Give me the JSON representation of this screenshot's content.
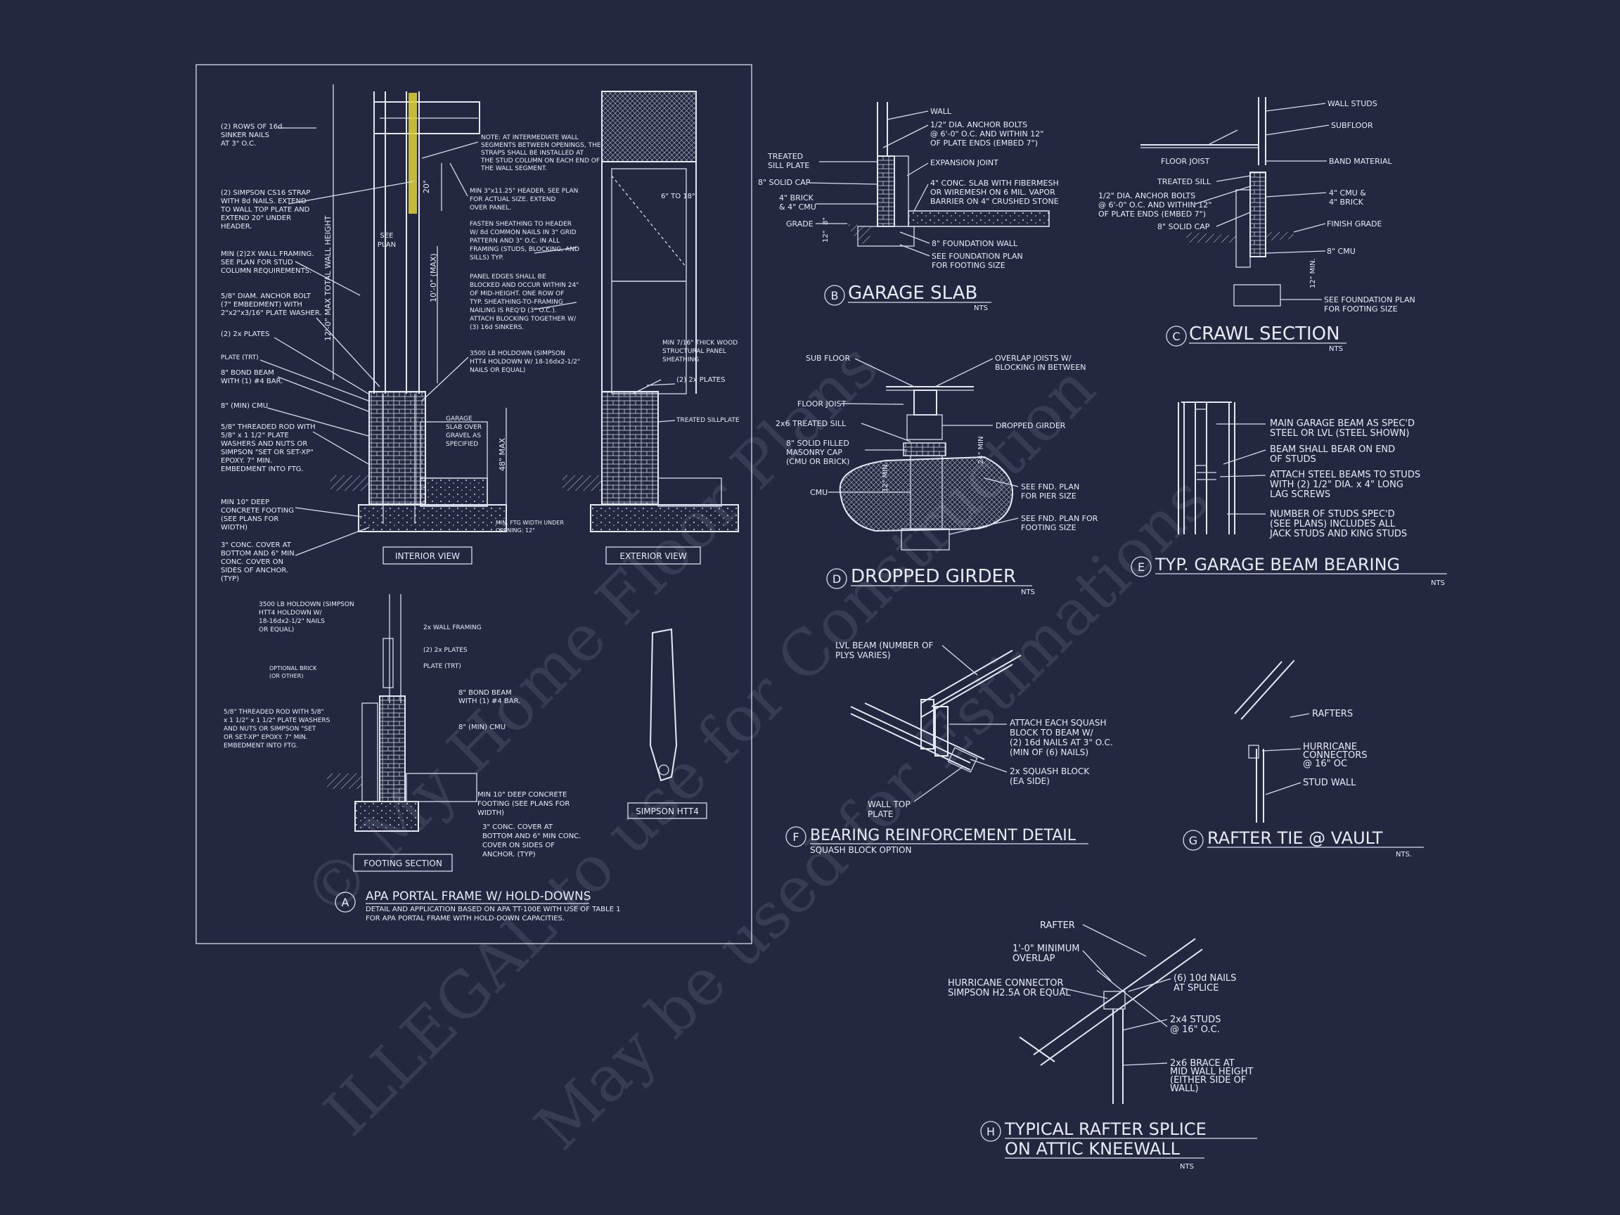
{
  "watermark": {
    "line1": "© My Home Floor Plans",
    "line2": "ILLEGAL to use for Construction",
    "line3": "May be used for Estimations"
  },
  "colors": {
    "background": "#232840",
    "linework": "#e6e9f3",
    "highlight": "#e2d23a"
  },
  "detail_a": {
    "letter": "A",
    "title": "APA PORTAL FRAME W/ HOLD-DOWNS",
    "subtitle1": "DETAIL AND APPLICATION BASED ON APA TT-100E WITH USE OF TABLE 1",
    "subtitle2": "FOR APA PORTAL FRAME WITH HOLD-DOWN CAPACITIES.",
    "view_labels": [
      "INTERIOR VIEW",
      "EXTERIOR VIEW",
      "FOOTING SECTION",
      "SIMPSON HTT4"
    ],
    "left_notes": [
      "(2) ROWS OF 16d|SINKER NAILS|AT 3\" O.C.",
      "(2) SIMPSON CS16 STRAP|WITH 8d NAILS. EXTEND|TO WALL TOP PLATE AND|EXTEND 20\" UNDER|HEADER.",
      "MIN (2)2X WALL FRAMING.|SEE PLAN FOR STUD|COLUMN REQUIREMENTS.",
      "5/8\" DIAM. ANCHOR BOLT|(7\" EMBEDMENT) WITH|2\"x2\"x3/16\" PLATE WASHER.",
      "(2) 2x PLATES",
      "PLATE (TRT)",
      "8\" BOND BEAM|WITH (1) #4 BAR.",
      "8\" (MIN) CMU",
      "5/8\" THREADED ROD WITH|5/8\" x 1 1/2\" PLATE|WASHERS AND NUTS OR|SIMPSON \"SET OR SET-XP\"|EPOXY. 7\" MIN.|EMBEDMENT INTO FTG.",
      "MIN 10\" DEEP|CONCRETE FOOTING|(SEE PLANS FOR|WIDTH)",
      "3\" CONC. COVER AT|BOTTOM AND 6\" MIN|CONC. COVER ON|SIDES OF ANCHOR.|(TYP)"
    ],
    "mid_notes": [
      "NOTE: AT INTERMEDIATE WALL|SEGMENTS BETWEEN OPENINGS, THE|STRAPS SHALL BE INSTALLED AT|THE STUD COLUMN ON EACH END OF|THE WALL SEGMENT.",
      "MIN 3\"x11.25\" HEADER. SEE PLAN|FOR ACTUAL SIZE. EXTEND|OVER PANEL.",
      "FASTEN SHEATHING TO HEADER|W/ 8d COMMON NAILS IN 3\" GRID|PATTERN AND 3\" O.C. IN ALL|FRAMING (STUDS, BLOCKING, AND|SILLS) TYP.",
      "PANEL EDGES SHALL BE|BLOCKED AND OCCUR WITHIN 24\"|OF MID-HEIGHT. ONE ROW OF|TYP. SHEATHING-TO-FRAMING|NAILING IS REQ'D (3\" O.C.).|ATTACH BLOCKING TOGETHER W/|(3) 16d SINKERS.",
      "3500 LB HOLDOWN (SIMPSON|HTT4 HOLDOWN W/ 18-16dx2-1/2\"|NAILS OR EQUAL)",
      "GARAGE|SLAB OVER|GRAVEL AS|SPECIFIED"
    ],
    "right_notes": [
      "MIN 7/16\" THICK WOOD|STRUCTURAL PANEL|SHEATHING",
      "(2) 2x PLATES",
      "TREATED SILLPLATE"
    ],
    "dims": [
      "20\"",
      "SEE|PLAN",
      "10'-0\" (MAX)",
      "12'-0\" MAX TOTAL WALL HEIGHT",
      "48\" MAX",
      "6\" TO 18\"",
      "MIN. FTG WIDTH UNDER|OPENING: 12\""
    ],
    "footing_notes": [
      "3500 LB HOLDOWN (SIMPSON|HTT4 HOLDOWN W/|18-16dx2-1/2\" NAILS|OR EQUAL)",
      "2x WALL FRAMING",
      "(2) 2x PLATES",
      "PLATE (TRT)",
      "OPTIONAL BRICK|(OR OTHER)",
      "8\" BOND BEAM|WITH (1) #4 BAR.",
      "5/8\" THREADED ROD WITH 5/8\"|x 1 1/2\" x 1 1/2\" PLATE WASHERS|AND NUTS OR SIMPSON \"SET|OR SET-XP\" EPOXY. 7\" MIN.|EMBEDMENT INTO FTG.",
      "8\" (MIN) CMU",
      "MIN 10\" DEEP CONCRETE|FOOTING (SEE PLANS FOR|WIDTH)",
      "3\" CONC. COVER AT|BOTTOM AND 6\" MIN CONC.|COVER ON SIDES OF|ANCHOR. (TYP)"
    ]
  },
  "detail_b": {
    "letter": "B",
    "title": "GARAGE SLAB",
    "scale": "NTS",
    "notes": [
      "WALL",
      "1/2\" DIA. ANCHOR BOLTS|@ 6'-0\" O.C. AND WITHIN 12\"|OF PLATE ENDS (EMBED 7\")",
      "TREATED|SILL PLATE",
      "EXPANSION JOINT",
      "8\" SOLID CAP",
      "4\" CONC. SLAB WITH FIBERMESH|OR WIREMESH ON 6 MIL. VAPOR|BARRIER ON 4\" CRUSHED STONE",
      "4\" BRICK|& 4\" CMU",
      "GRADE",
      "8\" FOUNDATION WALL",
      "SEE FOUNDATION PLAN|FOR FOOTING SIZE"
    ],
    "dims": [
      "8\"",
      "12\""
    ]
  },
  "detail_c": {
    "letter": "C",
    "title": "CRAWL SECTION",
    "scale": "NTS",
    "notes": [
      "WALL STUDS",
      "SUBFLOOR",
      "FLOOR JOIST",
      "BAND MATERIAL",
      "TREATED SILL",
      "1/2\" DIA. ANCHOR BOLTS|@ 6'-0\" O.C. AND WITHIN 12\"|OF PLATE ENDS (EMBED 7\")",
      "4\" CMU &|4\" BRICK",
      "8\" SOLID CAP",
      "FINISH GRADE",
      "8\" CMU",
      "SEE FOUNDATION PLAN|FOR FOOTING SIZE"
    ],
    "dims": [
      "12\" MIN."
    ]
  },
  "detail_d": {
    "letter": "D",
    "title": "DROPPED GIRDER",
    "scale": "NTS",
    "notes": [
      "SUB FLOOR",
      "OVERLAP JOISTS W/|BLOCKING IN BETWEEN",
      "FLOOR JOIST",
      "2x6 TREATED SILL",
      "DROPPED GIRDER",
      "8\" SOLID FILLED|MASONRY CAP|(CMU OR BRICK)",
      "CMU",
      "SEE FND. PLAN|FOR PIER SIZE",
      "SEE FND. PLAN FOR|FOOTING SIZE"
    ],
    "dims": [
      "12\" MIN.",
      "24\" MIN"
    ]
  },
  "detail_e": {
    "letter": "E",
    "title": "TYP. GARAGE BEAM BEARING",
    "scale": "NTS",
    "notes": [
      "MAIN GARAGE BEAM AS SPEC'D|STEEL OR LVL (STEEL SHOWN)",
      "BEAM SHALL BEAR ON END|OF STUDS",
      "ATTACH STEEL BEAMS TO STUDS|WITH (2) 1/2\" DIA. x 4\" LONG|LAG SCREWS",
      "NUMBER OF STUDS SPEC'D|(SEE PLANS) INCLUDES ALL|JACK STUDS AND KING STUDS"
    ]
  },
  "detail_f": {
    "letter": "F",
    "title": "BEARING REINFORCEMENT DETAIL",
    "subtitle": "SQUASH BLOCK OPTION",
    "notes": [
      "LVL BEAM (NUMBER OF|PLYS VARIES)",
      "ATTACH EACH SQUASH|BLOCK TO BEAM W/|(2) 16d NAILS AT 3\" O.C.|(MIN OF (6) NAILS)",
      "2x SQUASH BLOCK|(EA SIDE)",
      "WALL TOP|PLATE"
    ]
  },
  "detail_g": {
    "letter": "G",
    "title": "RAFTER TIE @ VAULT",
    "scale": "NTS.",
    "notes": [
      "RAFTERS",
      "HURRICANE|CONNECTORS|@ 16\" OC",
      "STUD WALL"
    ]
  },
  "detail_h": {
    "letter": "H",
    "title1": "TYPICAL RAFTER SPLICE",
    "title2": "ON ATTIC KNEEWALL",
    "scale": "NTS",
    "notes": [
      "RAFTER",
      "1'-0\" MINIMUM|OVERLAP",
      "(6) 10d NAILS|AT SPLICE",
      "HURRICANE CONNECTOR|SIMPSON H2.5A OR EQUAL",
      "2x4 STUDS|@ 16\" O.C.",
      "2x6 BRACE AT|MID WALL HEIGHT|(EITHER SIDE OF|WALL)"
    ]
  }
}
